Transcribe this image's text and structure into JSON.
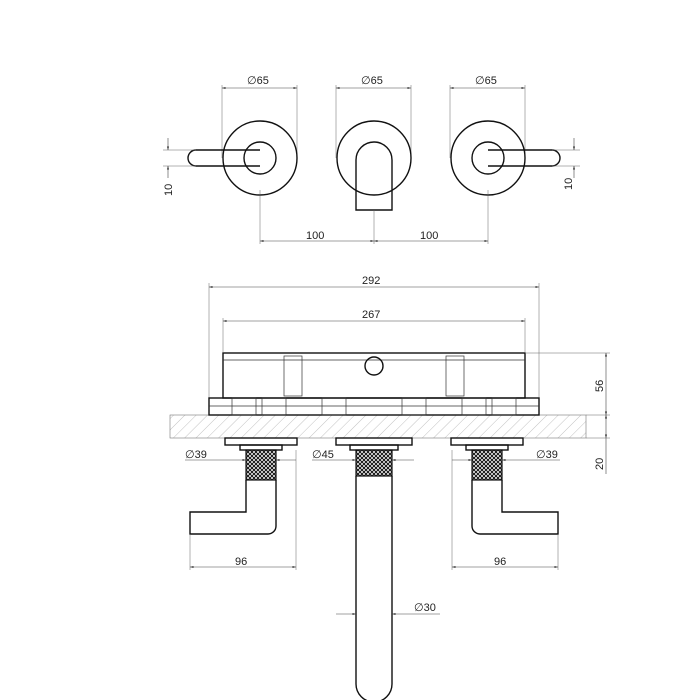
{
  "labels": {
    "d_left_top": "∅65",
    "d_mid_top": "∅65",
    "d_right_top": "∅65",
    "offset_left": "10",
    "offset_right": "10",
    "spacing_left": "100",
    "spacing_right": "100",
    "total_width": "292",
    "box_width": "267",
    "box_height": "56",
    "wall_depth": "20",
    "d_left_base": "∅39",
    "d_mid_base": "∅45",
    "d_right_base": "∅39",
    "lever_left": "96",
    "lever_right": "96",
    "spout_d": "∅30"
  }
}
